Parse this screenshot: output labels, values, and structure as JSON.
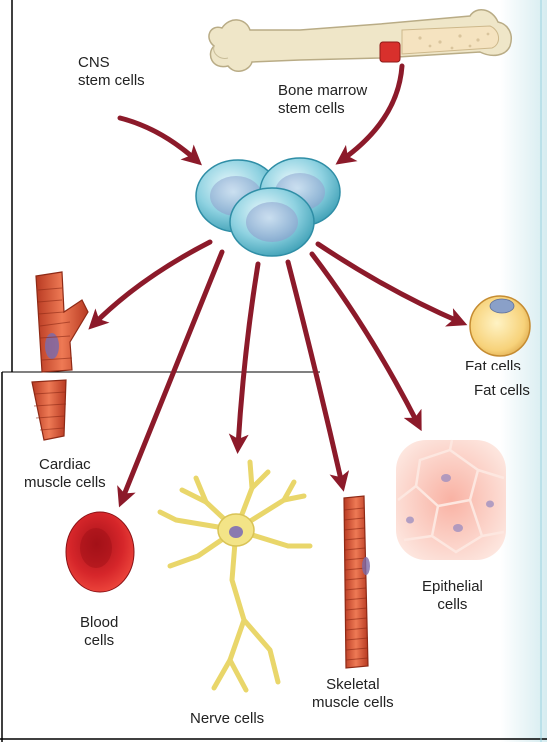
{
  "labels": {
    "cns": [
      "CNS",
      "stem cells"
    ],
    "bone_marrow": [
      "Bone marrow",
      "stem cells"
    ],
    "fat_top": "Fat cells",
    "fat": "Fat cells",
    "cardiac": [
      "Cardiac",
      "muscle cells"
    ],
    "blood": [
      "Blood",
      "cells"
    ],
    "nerve": "Nerve cells",
    "skeletal": [
      "Skeletal",
      "muscle cells"
    ],
    "epithelial": [
      "Epithelial",
      "cells"
    ]
  },
  "colors": {
    "arrow": "#8c1a2a",
    "stem_cell": "#7cc8d8",
    "bone": "#efe6c8",
    "marrow": "#d8302c",
    "blood": "#d6262a",
    "nerve": "#f0e27a",
    "muscle": "#d9583a",
    "epithelial": "#f6b3a6",
    "fat": "#f7d27a"
  }
}
